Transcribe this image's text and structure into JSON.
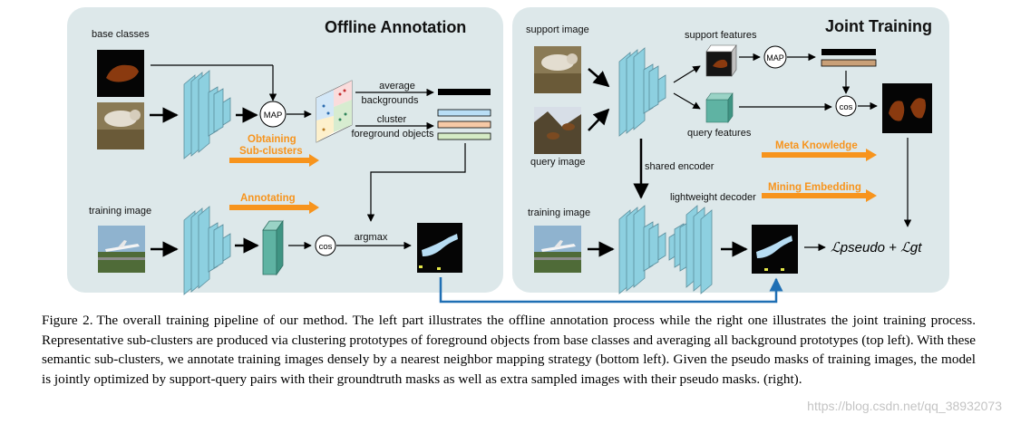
{
  "offline": {
    "title": "Offline Annotation",
    "base_classes": "base classes",
    "map": "MAP",
    "average": "average",
    "backgrounds": "backgrounds",
    "cluster": "cluster",
    "foreground_objects": "foreground objects",
    "obtaining_1": "Obtaining",
    "obtaining_2": "Sub-clusters",
    "annotating": "Annotating",
    "training_image": "training image",
    "cos": "cos",
    "argmax": "argmax"
  },
  "joint": {
    "title": "Joint Training",
    "support_image": "support image",
    "query_image": "query image",
    "support_features": "support features",
    "query_features": "query features",
    "map": "MAP",
    "cos": "cos",
    "meta_knowledge": "Meta Knowledge",
    "mining_embedding": "Mining Embedding",
    "shared_encoder": "shared encoder",
    "lightweight_decoder": "lightweight decoder",
    "training_image": "training image",
    "loss": "ℒpseudo + ℒgt"
  },
  "caption": {
    "label": "Figure 2.",
    "text": "The overall training pipeline of our method. The left part illustrates the offline annotation process while the right one illustrates the joint training process. Representative sub-clusters are produced via clustering prototypes of foreground objects from base classes and averaging all background prototypes (top left). With these semantic sub-clusters, we annotate training images densely by a nearest neighbor mapping strategy (bottom left). Given the pseudo masks of training images, the model is jointly optimized by support-query pairs with their groundtruth masks as well as extra sampled images with their pseudo masks. (right)."
  },
  "watermark": "https://blog.csdn.net/qq_38932073",
  "colors": {
    "panel": "#dde8ea",
    "encoder": "#8dd0e0",
    "feature": "#5fb3a3",
    "accent_orange": "#f7941d",
    "link_arrow": "#1f6fb4"
  }
}
